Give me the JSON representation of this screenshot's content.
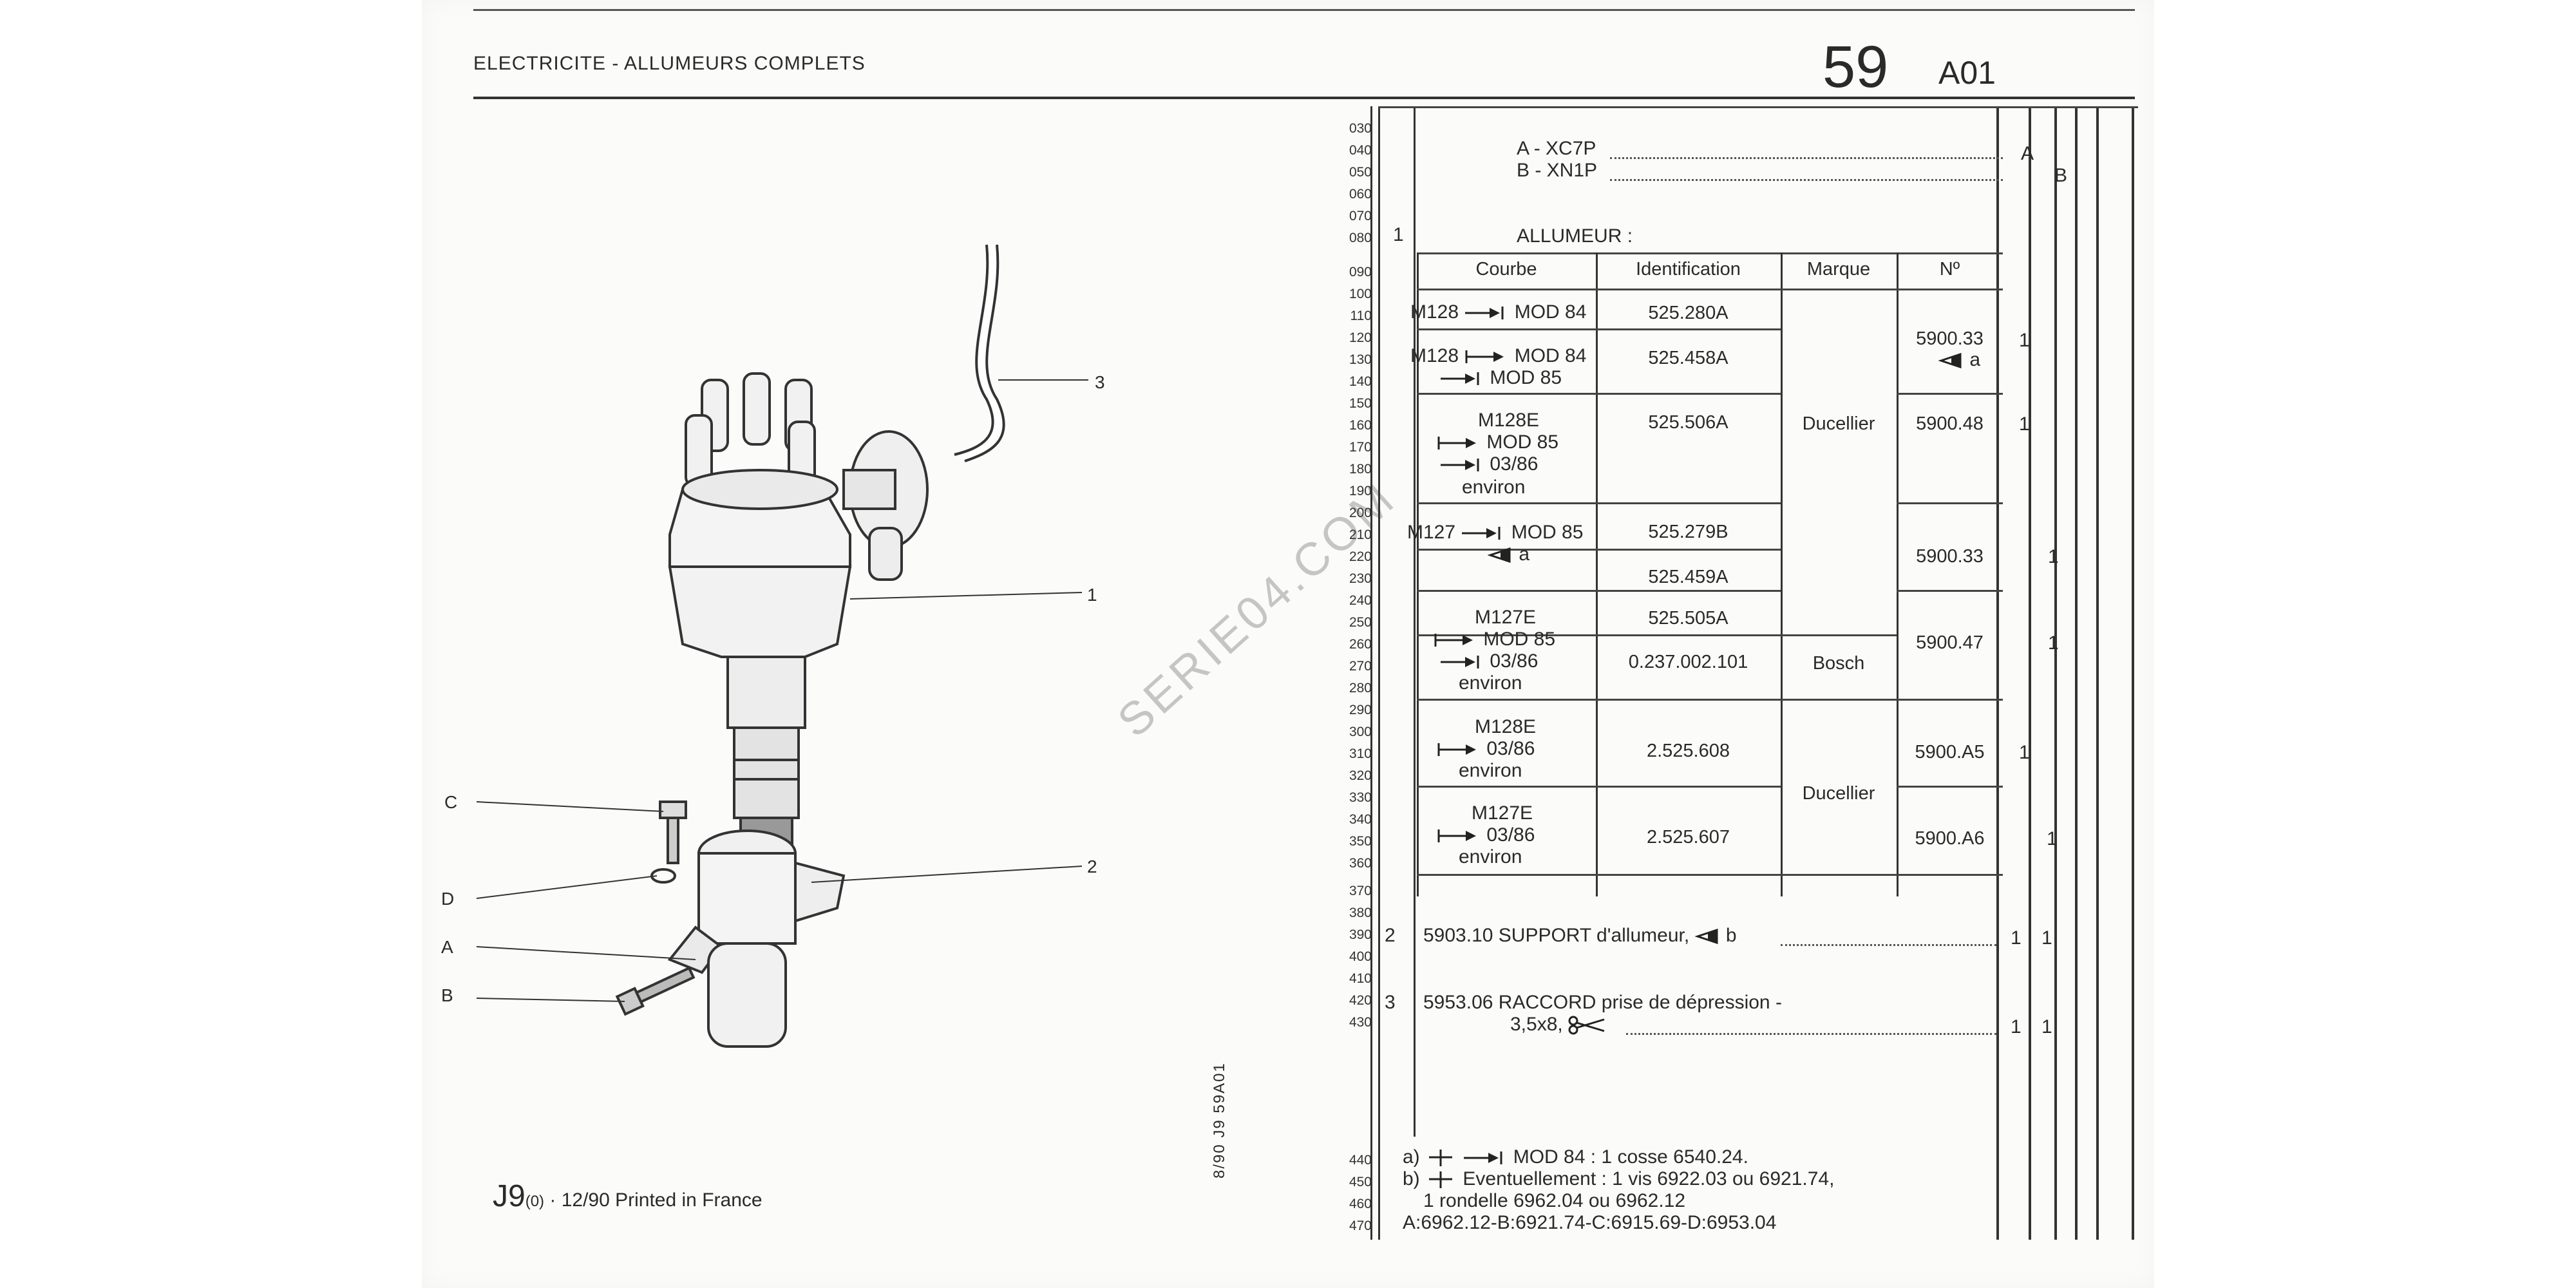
{
  "header": {
    "section": "ELECTRICITE - ALLUMEURS COMPLETS",
    "page_number": "59",
    "page_code": "A01"
  },
  "footer": {
    "code": "J9",
    "code_sub": "(0)",
    "printed": " · 12/90 Printed in France",
    "vertical": "8/90 J9 59A01"
  },
  "watermark": "SERIE04.COM",
  "diagram": {
    "callouts": [
      "3",
      "1",
      "2",
      "C",
      "D",
      "A",
      "B"
    ]
  },
  "line_numbers": [
    "030",
    "040",
    "050",
    "060",
    "070",
    "080",
    "090",
    "100",
    "110",
    "120",
    "130",
    "140",
    "150",
    "160",
    "170",
    "180",
    "190",
    "200",
    "210",
    "220",
    "230",
    "240",
    "250",
    "260",
    "270",
    "280",
    "290",
    "300",
    "310",
    "320",
    "330",
    "340",
    "350",
    "360",
    "370",
    "380",
    "390",
    "400",
    "410",
    "420",
    "430",
    "440",
    "450",
    "460",
    "470"
  ],
  "variants": {
    "a": "A - XC7P",
    "b": "B - XN1P",
    "col_a": "A",
    "col_b": "B"
  },
  "item1": {
    "index": "1",
    "title": "ALLUMEUR :",
    "headers": {
      "courbe": "Courbe",
      "identification": "Identification",
      "marque": "Marque",
      "numero": "Nº"
    },
    "rows": [
      {
        "courbe": "M128",
        "courbe2": "MOD 84",
        "ident": "525.280A"
      },
      {
        "courbe": "M128",
        "courbe2": "MOD 84",
        "courbe3": "MOD 85",
        "ident": "525.458A",
        "numero": "5900.33",
        "note": "a",
        "qa": "1"
      },
      {
        "courbe": "M128E",
        "courbe2": "MOD 85",
        "courbe3": "03/86",
        "courbe4": "environ",
        "ident": "525.506A",
        "marque": "Ducellier",
        "numero": "5900.48",
        "qa": "1"
      },
      {
        "courbe": "M127",
        "courbe2": "MOD 85",
        "note": "a",
        "ident": "525.279B",
        "ident2": "525.459A",
        "numero": "5900.33",
        "qb": "1"
      },
      {
        "courbe": "M127E",
        "courbe2": "MOD 85",
        "courbe3": "03/86",
        "courbe4": "environ",
        "ident": "525.505A",
        "ident2": "0.237.002.101",
        "marque": "Bosch",
        "numero": "5900.47",
        "qb": "1"
      },
      {
        "courbe": "M128E",
        "courbe2": "03/86",
        "courbe3": "environ",
        "ident": "2.525.608",
        "numero": "5900.A5",
        "qa": "1"
      },
      {
        "courbe": "M127E",
        "courbe2": "03/86",
        "courbe3": "environ",
        "ident": "2.525.607",
        "marque": "Ducellier",
        "numero": "5900.A6",
        "qb": "1"
      }
    ]
  },
  "item2": {
    "index": "2",
    "text": "5903.10 SUPPORT d'allumeur,",
    "note": "b",
    "qa": "1",
    "qb": "1"
  },
  "item3": {
    "index": "3",
    "text": "5953.06 RACCORD prise de dépression -",
    "text2": "3,5x8,",
    "qa": "1",
    "qb": "1"
  },
  "notes": {
    "a_label": "a)",
    "a_text": "MOD 84 : 1 cosse 6540.24.",
    "b_label": "b)",
    "b_text": "Eventuellement : 1 vis 6922.03 ou 6921.74,",
    "b_text2": "1 rondelle 6962.04 ou 6962.12",
    "refs": "A:6962.12-B:6921.74-C:6915.69-D:6953.04"
  }
}
